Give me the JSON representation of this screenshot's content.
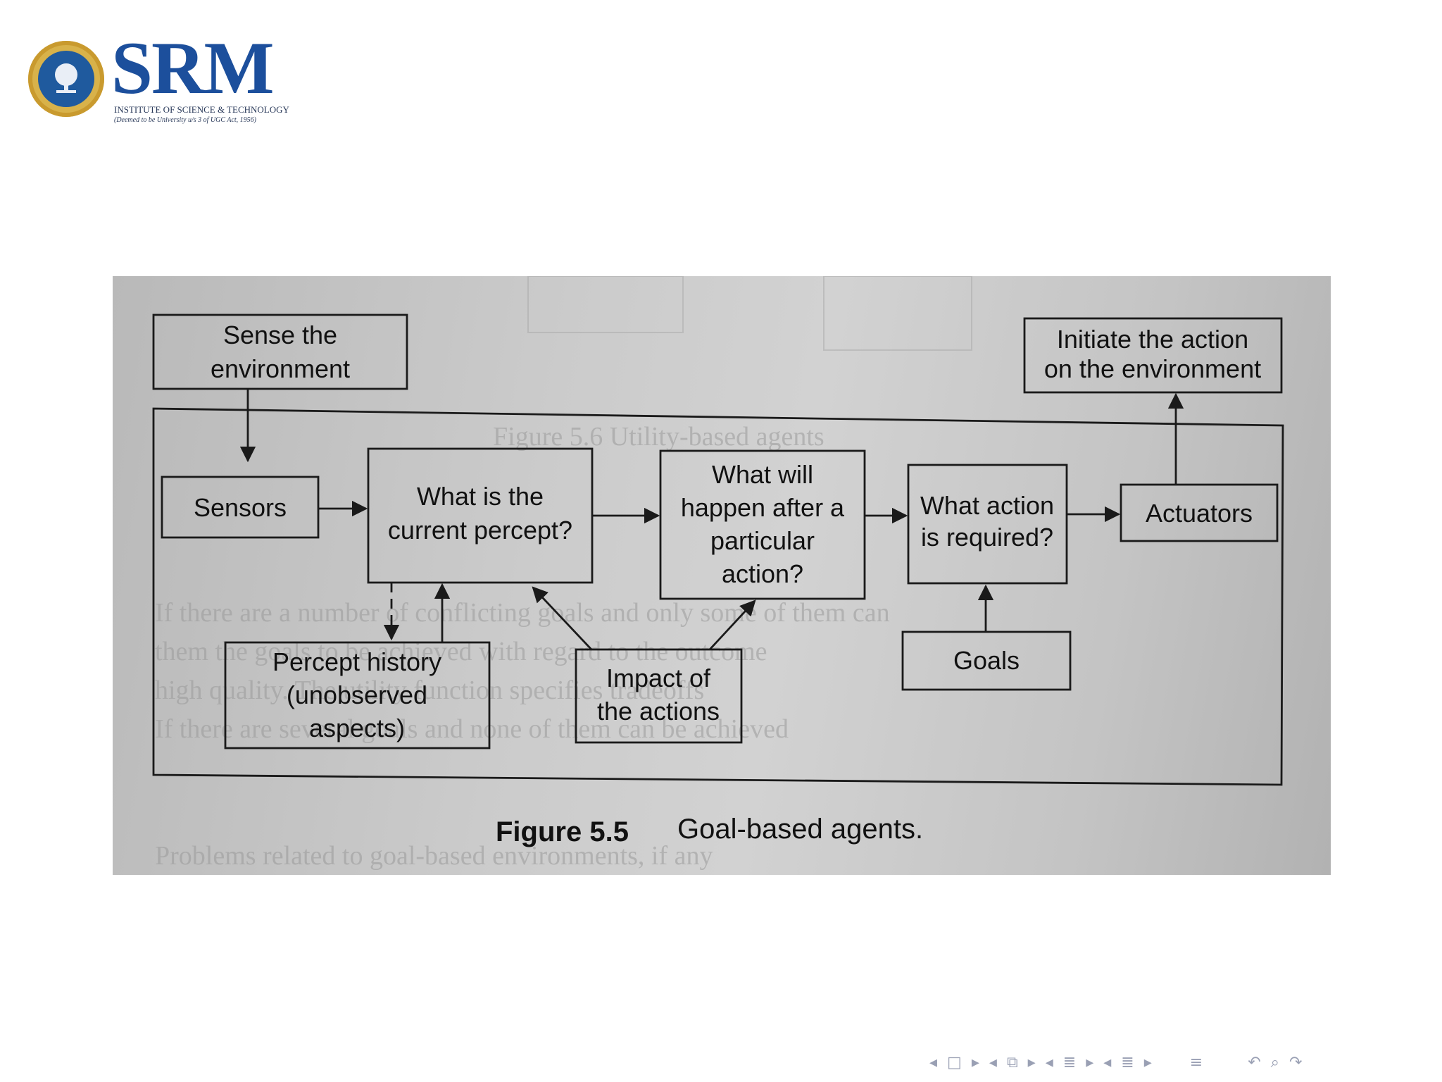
{
  "logo": {
    "name": "SRM",
    "subtitle": "INSTITUTE OF SCIENCE & TECHNOLOGY",
    "tagline": "(Deemed to be University u/s 3 of UGC Act, 1956)"
  },
  "diagram": {
    "nodes": {
      "sense": [
        "Sense the",
        "environment"
      ],
      "initiate": [
        "Initiate the action",
        "on the environment"
      ],
      "sensors": [
        "Sensors"
      ],
      "current": [
        "What is the",
        "current percept?"
      ],
      "happen": [
        "What will",
        "happen after a",
        "particular",
        "action?"
      ],
      "required": [
        "What action",
        "is required?"
      ],
      "actuators": [
        "Actuators"
      ],
      "history": [
        "Percept history",
        "(unobserved",
        "aspects)"
      ],
      "impact": [
        "Impact of",
        "the actions"
      ],
      "goals": [
        "Goals"
      ]
    },
    "caption_number": "Figure 5.5",
    "caption_text": "Goal-based agents."
  },
  "nav_icons": [
    "arrow-left-icon",
    "frame-icon",
    "arrow-right-icon",
    "arrow-left-icon",
    "subsection-icon",
    "arrow-right-icon",
    "arrow-left-icon",
    "section-icon",
    "arrow-right-icon",
    "arrow-left-icon",
    "section-icon",
    "arrow-right-icon",
    "align-icon",
    "undo-icon",
    "search-icon",
    "redo-icon"
  ]
}
